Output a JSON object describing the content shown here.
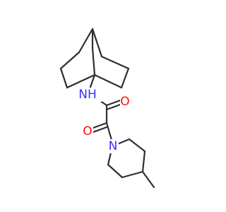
{
  "molecule": {
    "atoms": {
      "nh": {
        "text": "NH",
        "color": "#3333ff"
      },
      "o1": {
        "text": "O",
        "color": "#ff0d0d"
      },
      "o2": {
        "text": "O",
        "color": "#ff0d0d"
      },
      "n": {
        "text": "N",
        "color": "#3333ff"
      }
    },
    "bond_color": "#2f2f2f",
    "background": "#ffffff"
  }
}
